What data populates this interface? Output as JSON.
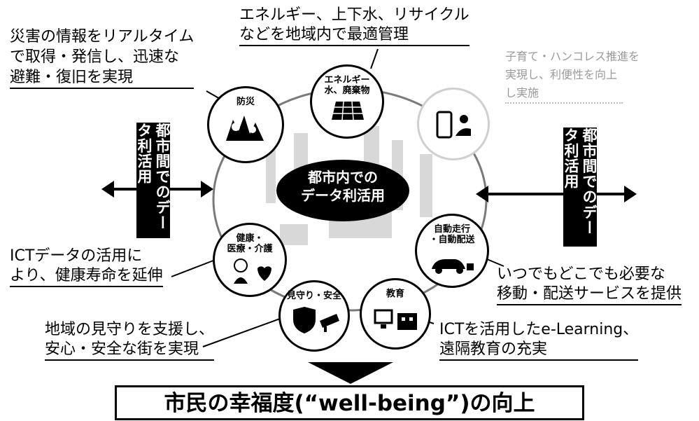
{
  "top_caption": {
    "line1": "エネルギー、上下水、リサイクル",
    "line2": "などを地域内で最適管理"
  },
  "disaster_caption": {
    "line1": "災害の情報をリアルタイム",
    "line2": "で取得・発信し、迅速な",
    "line3": "避難・復旧を実現"
  },
  "faded_caption": {
    "line1": "子育て・ハンコレス推進を",
    "line2": "実現し、利便性を向上",
    "line3": "し実施"
  },
  "center_label": {
    "line1": "都市内での",
    "line2": "データ利活用"
  },
  "intercity_left": "都市間でのデータ利活用",
  "intercity_right": "都市間でのデータ利活用",
  "nodes": {
    "energy": {
      "line1": "エネルギー",
      "line2": "水、廃棄物"
    },
    "disaster": {
      "line1": "防災"
    },
    "health": {
      "line1": "健康・",
      "line2": "医療・介護"
    },
    "watch": {
      "line1": "見守り・安全"
    },
    "education": {
      "line1": "教育"
    },
    "mobility": {
      "line1": "自動走行",
      "line2": "・自動配送"
    }
  },
  "ict_health_caption": {
    "line1": "ICTデータの活用に",
    "line2": "より、健康寿命を延伸"
  },
  "mobility_caption": {
    "line1": "いつでもどこでも必要な",
    "line2": "移動・配送サービスを提供"
  },
  "watch_caption": {
    "line1": "地域の見守りを支援し、",
    "line2": "安心・安全な街を実現"
  },
  "education_caption": {
    "line1": "ICTを活用したe-Learning、",
    "line2": "遠隔教育の充実"
  },
  "banner": "市民の幸福度(“well-being”)の向上",
  "icons": {
    "energy": "solar-panel-icon",
    "disaster": "disaster-icon",
    "smartphone": "smartphone-icon",
    "health": "health-icon",
    "watch": "security-camera-icon",
    "education": "school-icon",
    "mobility": "vehicle-icon"
  }
}
